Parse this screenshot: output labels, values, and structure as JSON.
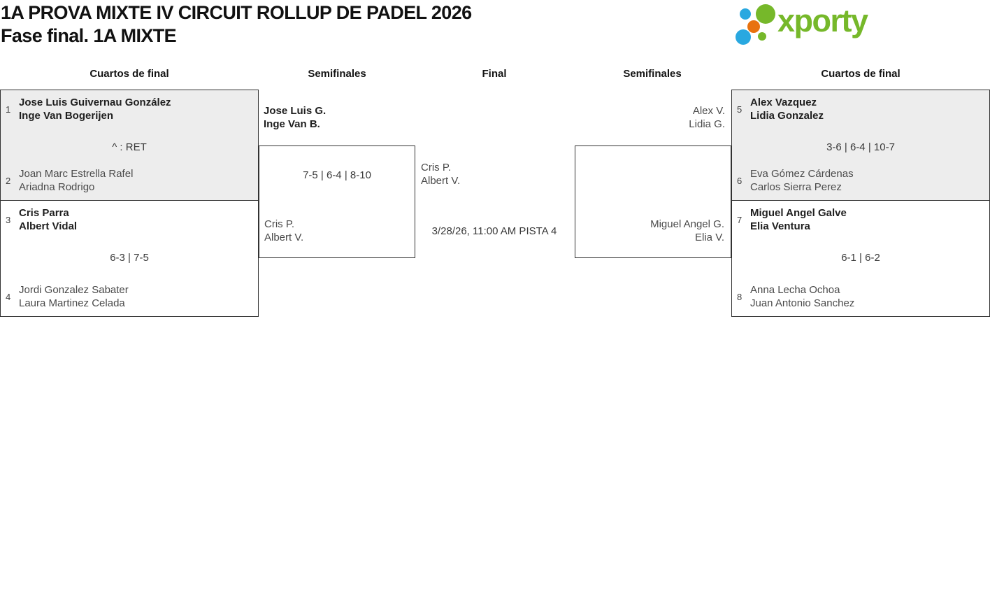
{
  "header": {
    "title": "1A PROVA MIXTE IV CIRCUIT ROLLUP DE PADEL 2026",
    "subtitle": "Fase final. 1A MIXTE"
  },
  "logo": {
    "wordmark": "xporty",
    "green": "#76b82a",
    "blue": "#29a8e0",
    "orange": "#e8720e"
  },
  "rounds": {
    "col1": "Cuartos de final",
    "col2": "Semifinales",
    "col3": "Final",
    "col4": "Semifinales",
    "col5": "Cuartos de final"
  },
  "matches": {
    "qf1": {
      "seed_top": "1",
      "top_player1": "Jose Luis Guivernau González",
      "top_player2": "Inge Van Bogerijen",
      "score": "^ : RET",
      "seed_bottom": "2",
      "bottom_player1": "Joan Marc Estrella Rafel",
      "bottom_player2": "Ariadna Rodrigo"
    },
    "qf2": {
      "seed_top": "3",
      "top_player1": "Cris Parra",
      "top_player2": "Albert Vidal",
      "score": "6-3 | 7-5",
      "seed_bottom": "4",
      "bottom_player1": "Jordi Gonzalez Sabater",
      "bottom_player2": "Laura Martinez Celada"
    },
    "sf_left": {
      "top_player1": "Jose Luis G.",
      "top_player2": "Inge Van B.",
      "score": "7-5 | 6-4 | 8-10",
      "bottom_player1": "Cris P.",
      "bottom_player2": "Albert V."
    },
    "final": {
      "top_player1": "Cris P.",
      "top_player2": "Albert V.",
      "schedule": "3/28/26, 11:00 AM PISTA 4"
    },
    "sf_right": {
      "top_player1": "Alex V.",
      "top_player2": "Lidia G.",
      "bottom_player1": "Miguel Angel G.",
      "bottom_player2": "Elia V."
    },
    "qf3": {
      "seed_top": "5",
      "top_player1": "Alex Vazquez",
      "top_player2": "Lidia Gonzalez",
      "score": "3-6 | 6-4 | 10-7",
      "seed_bottom": "6",
      "bottom_player1": "Eva Gómez Cárdenas",
      "bottom_player2": "Carlos Sierra Perez"
    },
    "qf4": {
      "seed_top": "7",
      "top_player1": "Miguel Angel Galve",
      "top_player2": "Elia Ventura",
      "score": "6-1 | 6-2",
      "seed_bottom": "8",
      "bottom_player1": "Anna Lecha Ochoa",
      "bottom_player2": "Juan Antonio Sanchez"
    }
  }
}
